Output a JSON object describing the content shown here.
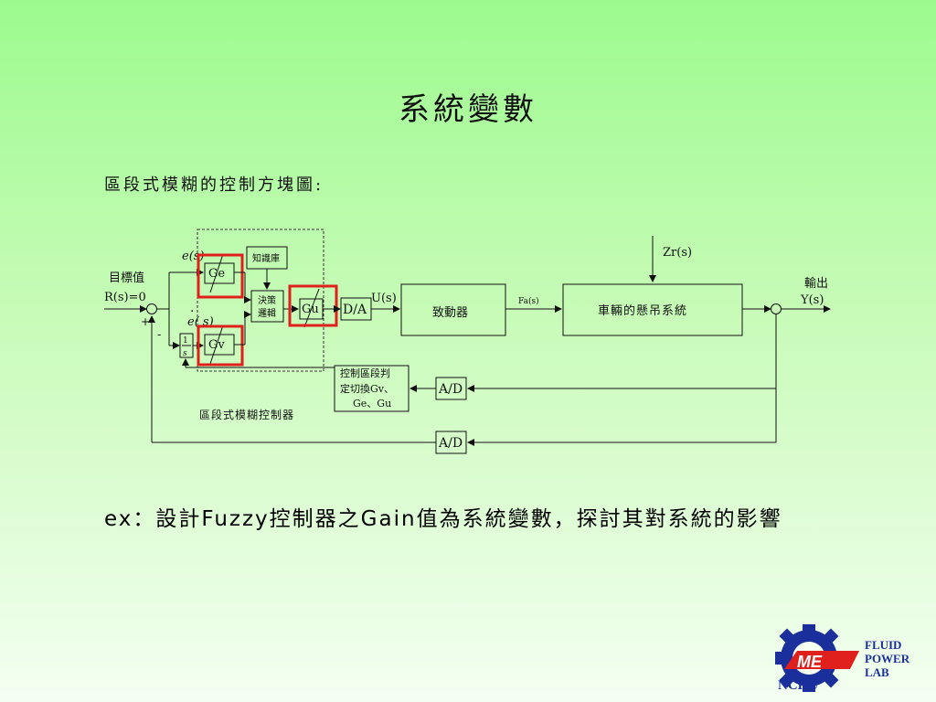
{
  "slide": {
    "title": "系統變數",
    "subtitle": "區段式模糊的控制方塊圖:",
    "note": {
      "prefix": "ex：",
      "p1": "設計",
      "fuzzy": "Fuzzy",
      "p2": "控制器之",
      "gain": "Gain",
      "p3": "值為系統變數，探討其對系統的影響"
    }
  },
  "diagram": {
    "reference_label": "目標值",
    "reference_signal": "R(s)=0",
    "output_label": "輸出",
    "output_signal": "Y(s)",
    "plus_sign": "+",
    "minus_sign": "-",
    "error_signal": "e(s)",
    "error_dot": "·",
    "error_rate_signal": "e( s)",
    "integrator_num": "1",
    "integrator_den": "s",
    "gain_ge": "Ge",
    "gain_gv": "Gv",
    "gain_gu": "Gu",
    "knowledge_base": "知識庫",
    "decision_logic_1": "決策",
    "decision_logic_2": "邏輯",
    "da_converter": "D/A",
    "control_signal": "U(s)",
    "actuator": "致動器",
    "force_signal": "Fa(s)",
    "suspension": "車輛的懸吊系統",
    "disturbance": "Zr(s)",
    "ad_converter_1": "A/D",
    "ad_converter_2": "A/D",
    "switch_logic_1": "控制區段判",
    "switch_logic_2": "定切換Gv、",
    "switch_logic_3": "Ge、Gu",
    "controller_label": "區段式模糊控制器"
  },
  "logo": {
    "line1": "FLUID",
    "line2": "POWER",
    "line3": "LAB",
    "me": "ME",
    "ncku": "NCKU",
    "colors": {
      "blue": "#1b2f9c",
      "red": "#e0201c"
    }
  },
  "colors": {
    "highlight": "#e0201c"
  }
}
